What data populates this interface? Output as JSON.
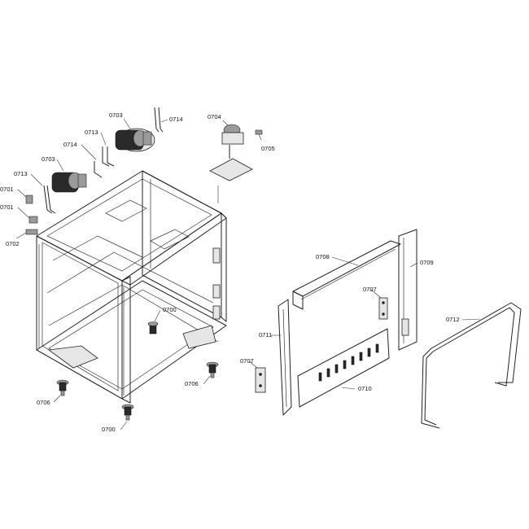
{
  "callouts": {
    "c0703_top": "0703",
    "c0714_top": "0714",
    "c0704": "0704",
    "c0713_top": "0713",
    "c0705": "0705",
    "c0714_mid": "0714",
    "c0703_mid": "0703",
    "c0713_left": "0713",
    "c0701_a": "0701",
    "c0701_b": "0701",
    "c0702": "0702",
    "c0708": "0708",
    "c0709": "0709",
    "c0707_right": "0707",
    "c0700_center": "0700",
    "c0712": "0712",
    "c0711": "0711",
    "c0707_left": "0707",
    "c0710": "0710",
    "c0706_right": "0706",
    "c0706_left": "0706",
    "c0700_bottom": "0700"
  },
  "colors": {
    "line": "#222222",
    "fill_dark": "#2a2a2a",
    "background": "#ffffff"
  }
}
